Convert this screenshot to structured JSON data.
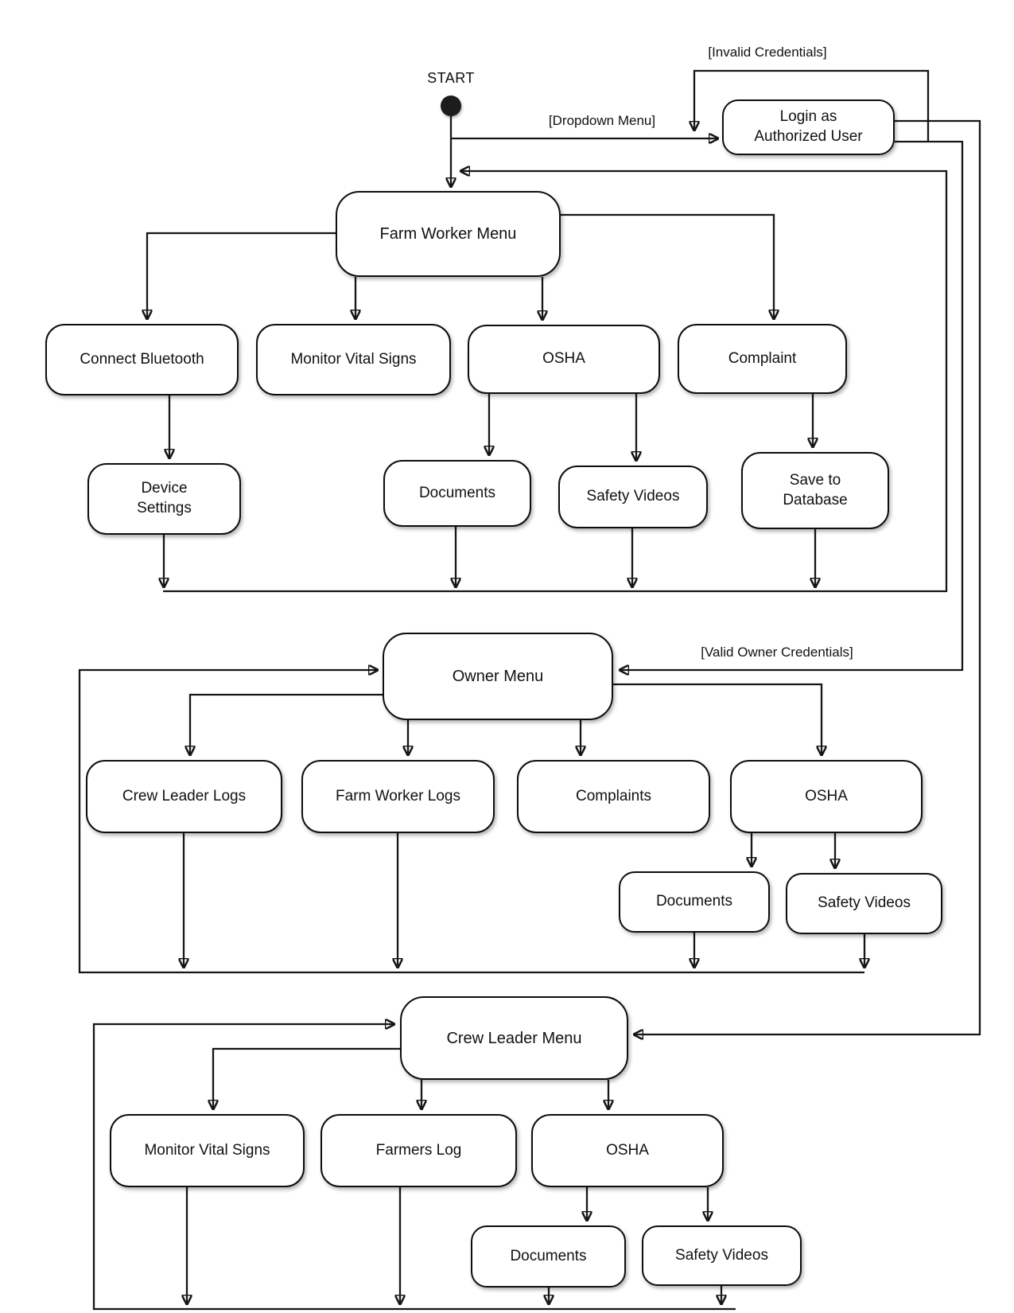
{
  "colors": {
    "background": "#ffffff",
    "line": "#161616",
    "node_fill": "#ffffff",
    "node_border": "#0e0e0e",
    "text": "#111111"
  },
  "start": {
    "label": "START"
  },
  "labels": {
    "invalid": "[Invalid Credentials]",
    "dropdown": "[Dropdown Menu]",
    "valid_owner": "[Valid Owner Credentials]"
  },
  "login": {
    "label": "Login as\nAuthorized User"
  },
  "farm_worker": {
    "menu": "Farm Worker Menu",
    "children": [
      "Connect Bluetooth",
      "Monitor Vital Signs",
      "OSHA",
      "Complaint"
    ],
    "sub": [
      "Device\nSettings",
      "Documents",
      "Safety Videos",
      "Save to\nDatabase"
    ]
  },
  "owner": {
    "menu": "Owner Menu",
    "children": [
      "Crew Leader Logs",
      "Farm Worker Logs",
      "Complaints",
      "OSHA"
    ],
    "sub": [
      "Documents",
      "Safety Videos"
    ]
  },
  "crew_leader": {
    "menu": "Crew Leader Menu",
    "children": [
      "Monitor Vital Signs",
      "Farmers Log",
      "OSHA"
    ],
    "sub": [
      "Documents",
      "Safety Videos"
    ]
  }
}
